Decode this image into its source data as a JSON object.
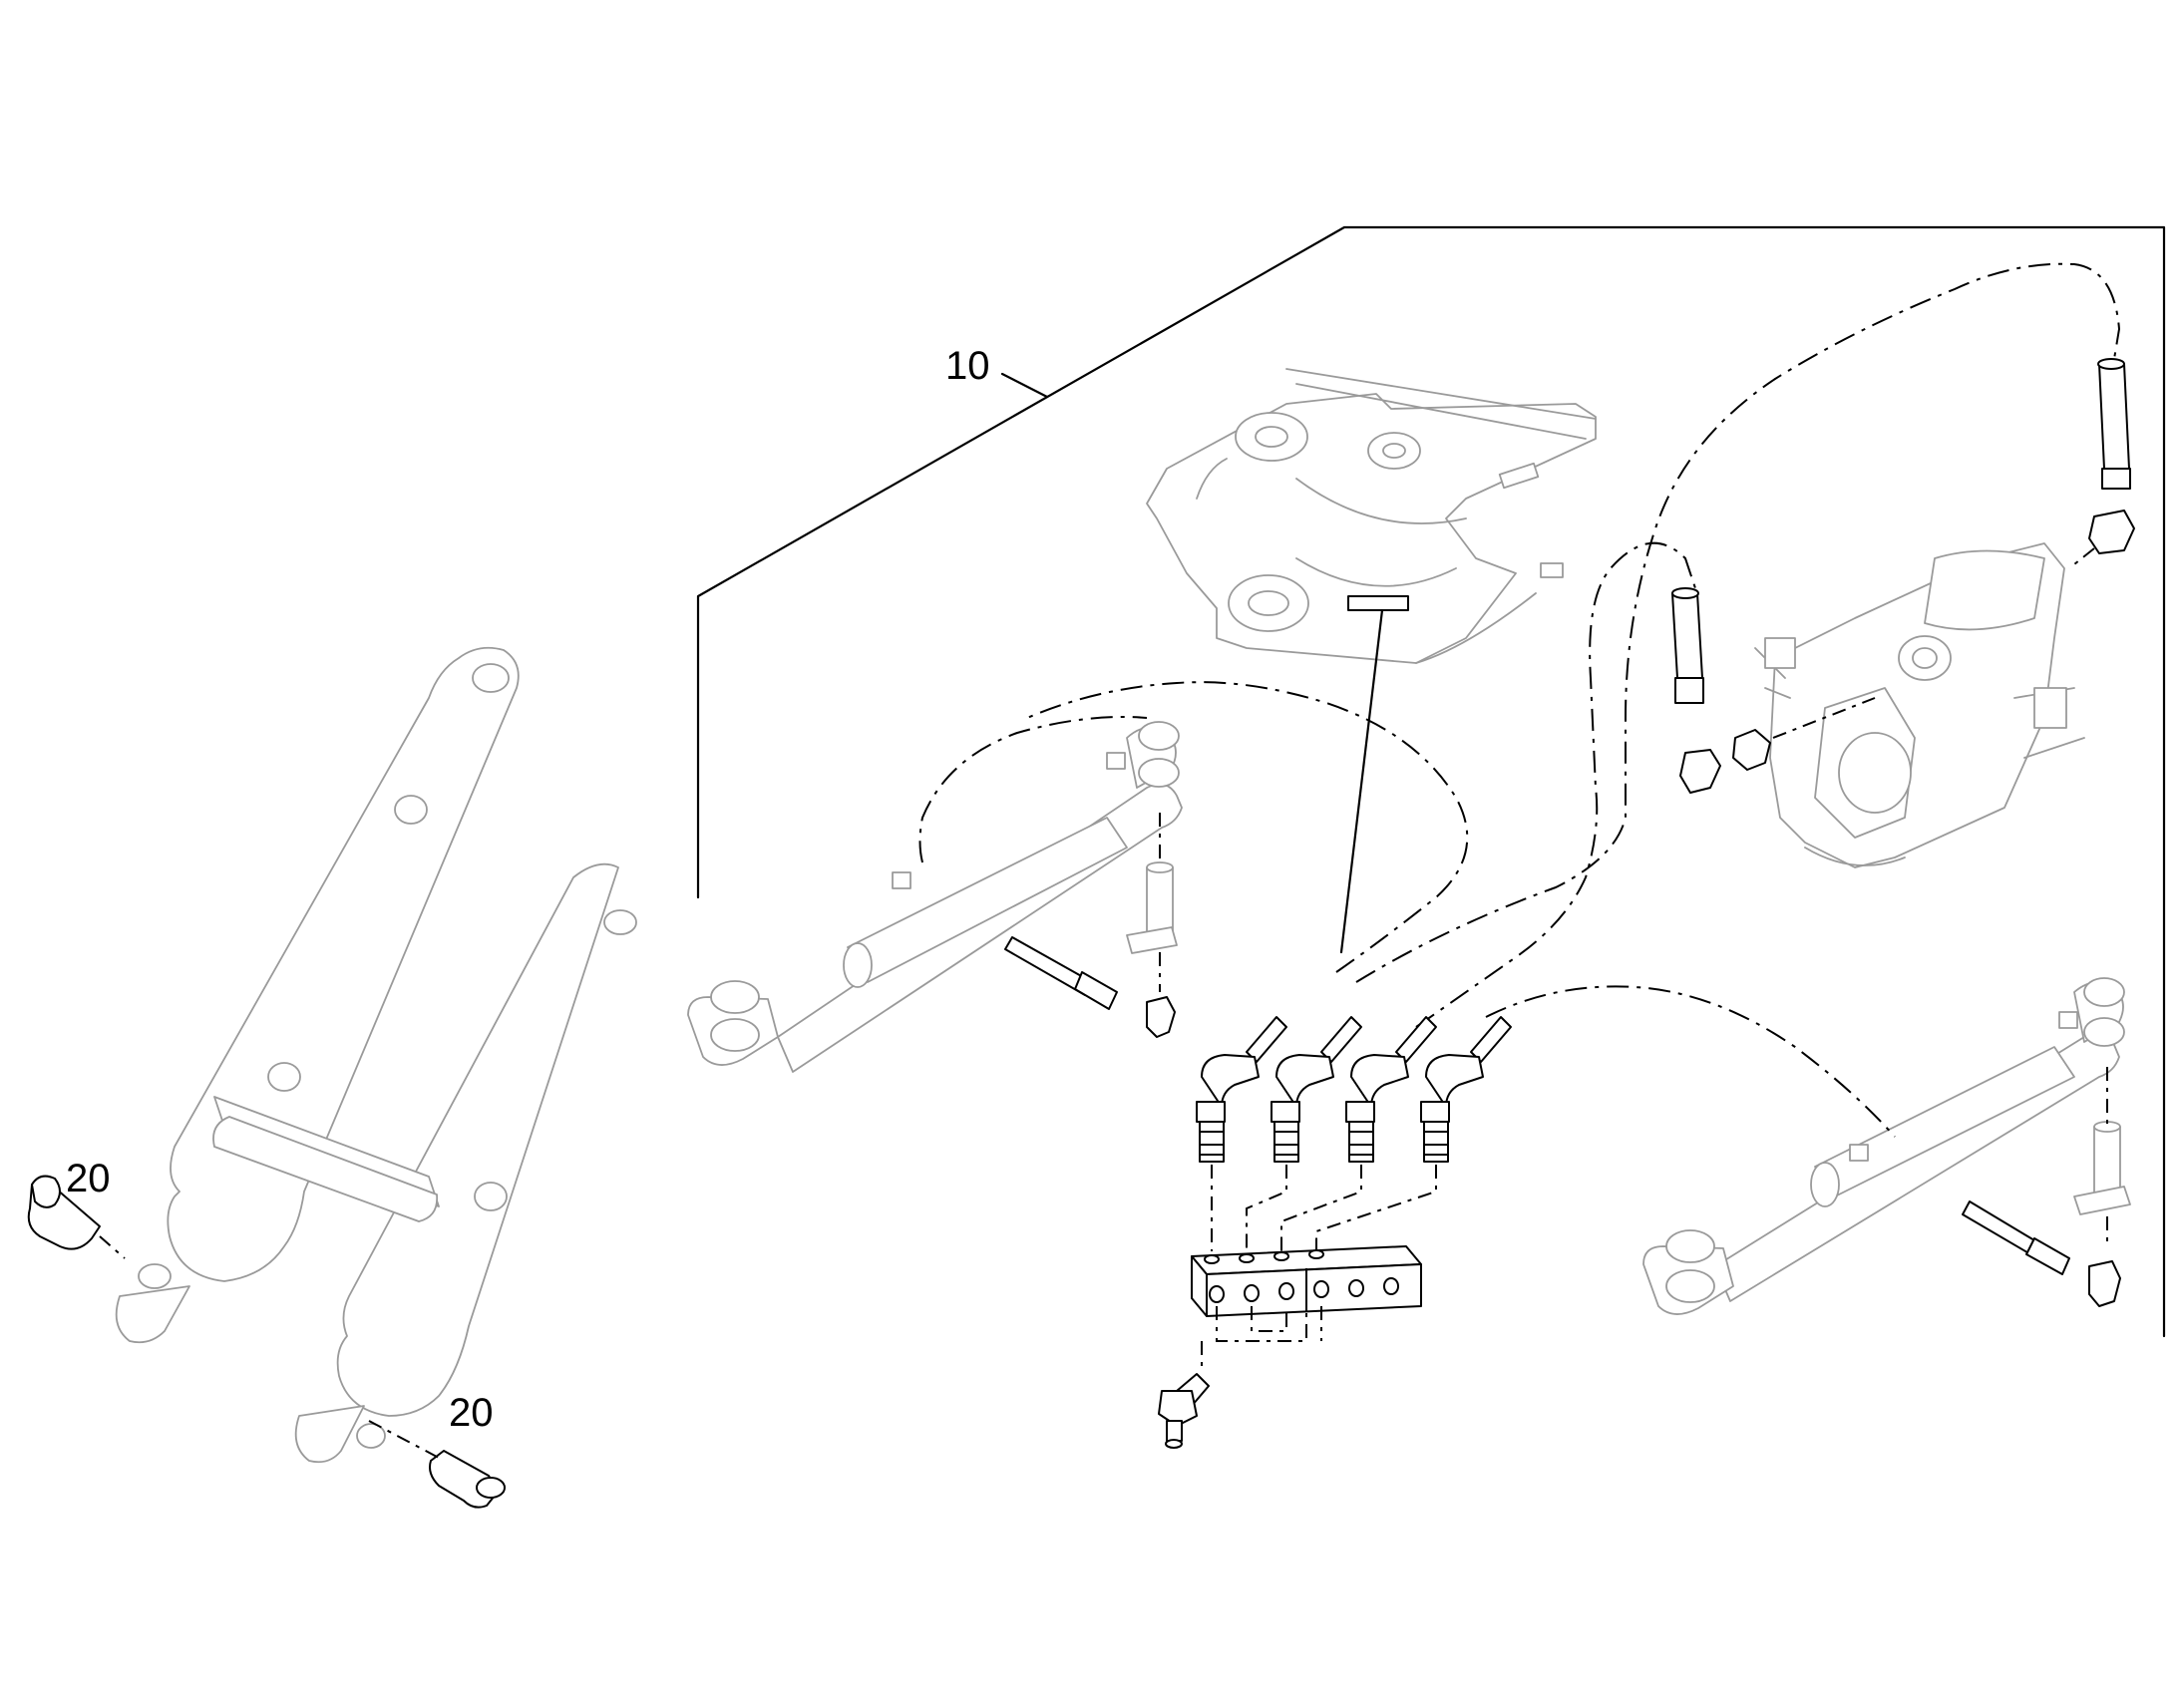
{
  "callouts": {
    "item_10": "10",
    "item_20_upper": "20",
    "item_20_lower": "20"
  }
}
